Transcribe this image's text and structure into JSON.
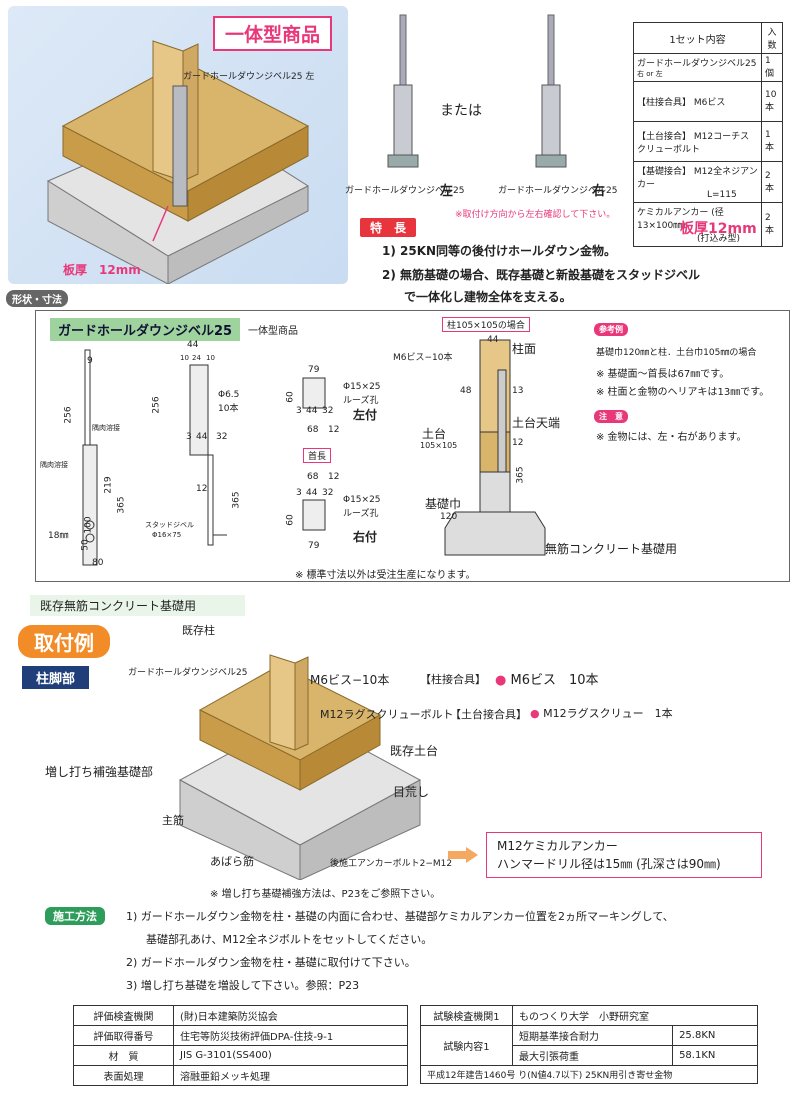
{
  "hero": {
    "badge": "一体型商品",
    "product_label": "ガードホールダウンジベル25 左",
    "thickness_label": "板厚　12mm"
  },
  "variants": {
    "or_text": "または",
    "left_label": "ガードホールダウンジベル25",
    "left_side": "左",
    "right_label": "ガードホールダウンジベル25",
    "right_side": "右",
    "note": "※取付け方向から左右確認して下さい。"
  },
  "set_table": {
    "title": "1セット内容",
    "qty_header": "入数",
    "rows": [
      {
        "name": "ガードホールダウンジベル25",
        "sub": "右 or 左",
        "qty": "1個"
      },
      {
        "name": "【柱接合具】 M6ビス",
        "qty": "10本"
      },
      {
        "name": "【土台接合】 M12コーチスクリューボルト",
        "qty": "1本"
      },
      {
        "name": "【基礎接合】 M12全ネジアンカー",
        "sub": "L=115",
        "qty": "2本"
      },
      {
        "name": "ケミカルアンカー (径13×100㎜)",
        "sub": "(打込み型)",
        "qty": "2本"
      }
    ],
    "thickness": "板厚12mm"
  },
  "features": {
    "tag": "特　長",
    "items": [
      "1) 25KN同等の後付けホールダウン金物。",
      "2) 無筋基礎の場合、既存基礎と新設基礎をスタッドジベル",
      "で一体化し建物全体を支える。"
    ]
  },
  "dimensions": {
    "section_tag": "形状・寸法",
    "title": "ガードホールダウンジベル25",
    "subtitle": "一体型商品",
    "labels": {
      "d9": "9",
      "d256a": "256",
      "hole_weld": "隅肉溶接",
      "hole_weld2": "隅肉溶接",
      "d18": "18㎜",
      "d219": "219",
      "d365a": "365",
      "d100": "100",
      "d50": "50",
      "d80": "80",
      "d44": "44",
      "d10": "10",
      "d24": "24",
      "d10b": "10",
      "d256b": "256",
      "hole": "Φ6.5",
      "hole_count": "10本",
      "d3": "3",
      "d44b": "44",
      "d32": "32",
      "d12": "12",
      "d365b": "365",
      "stud": "スタッドジベル",
      "stud_size": "Φ16×75",
      "d79": "79",
      "d60": "60",
      "loose": "Φ15×25",
      "loose_label": "ルーズ孔",
      "left_attach": "左付",
      "d3b": "3",
      "d44c": "44",
      "d32b": "32",
      "d68": "68",
      "d12b": "12",
      "neck": "首長",
      "d68b": "68",
      "d12c": "12",
      "d3c": "3",
      "d44d": "44",
      "d32c": "32",
      "d60b": "60",
      "loose2": "Φ15×25",
      "loose_label2": "ルーズ孔",
      "right_attach": "右付",
      "d79b": "79",
      "column_case": "柱105×105の場合",
      "m6_label": "M6ビス−10本",
      "d44e": "44",
      "col_face": "柱面",
      "d48": "48",
      "d13": "13",
      "sill_top": "土台天端",
      "sill": "土台",
      "sill_size": "105×105",
      "d12d": "12",
      "d365c": "365",
      "found_width": "基礎巾",
      "d120": "120",
      "plain_concrete": "無筋コンクリート基礎用"
    },
    "ref_tag": "参考例",
    "ref_lines": [
      "基礎巾120㎜と柱．土台巾105㎜の場合",
      "※ 基礎面〜首長は67㎜です。",
      "※ 柱面と金物のヘリアキは13㎜です。"
    ],
    "caution_tag": "注　意",
    "caution_line": "※ 金物には、左・右があります。",
    "footnote": "※ 標準寸法以外は受注生産になります。"
  },
  "install": {
    "existing_label": "既存無筋コンクリート基礎用",
    "example_title": "取付例",
    "base_tag": "柱脚部",
    "existing_column": "既存柱",
    "product": "ガードホールダウンジベル25",
    "m6": "M6ビス−10本",
    "col_joint_label": "【柱接合具】",
    "col_joint_val": "M6ビス　10本",
    "lag": "M12ラグスクリューボルト",
    "sill_joint_label": "【土台接合具】",
    "sill_joint_val": "M12ラグスクリュー　1本",
    "reinforce": "増し打ち補強基礎部",
    "existing_sill": "既存土台",
    "roughen": "目荒し",
    "main_bar": "主筋",
    "stirrup": "あばら筋",
    "post_anchor": "後施工アンカーボルト2−M12",
    "anchor_box": [
      "M12ケミカルアンカー",
      "ハンマードリル径は15㎜ (孔深さは90㎜)"
    ],
    "ref_note": "※ 増し打ち基礎補強方法は、P23をご参照下さい。"
  },
  "method": {
    "tag": "施工方法",
    "steps": [
      "1) ガードホールダウン金物を柱・基礎の内面に合わせ、基礎部ケミカルアンカー位置を2ヵ所マーキングして、",
      "基礎部孔あけ、M12全ネジボルトをセットしてください。",
      "2) ガードホールダウン金物を柱・基礎に取付けて下さい。",
      "3) 増し打ち基礎を増設して下さい。参照：P23"
    ]
  },
  "spec_left": [
    {
      "k": "評価検査機関",
      "v": "(財)日本建築防災協会"
    },
    {
      "k": "評価取得番号",
      "v": "住宅等防災技術評価DPA-住技-9-1"
    },
    {
      "k": "材　質",
      "v": "JIS G-3101(SS400)"
    },
    {
      "k": "表面処理",
      "v": "溶融亜鉛メッキ処理"
    }
  ],
  "spec_right": {
    "lab_key": "試験検査機関1",
    "lab_val": "ものつくり大学　小野研究室",
    "test_key": "試験内容1",
    "tests": [
      {
        "k": "短期基準接合耐力",
        "v": "25.8KN"
      },
      {
        "k": "最大引張荷重",
        "v": "58.1KN"
      }
    ],
    "footer": "平成12年建告1460号 り(N値4.7以下) 25KN用引き寄せ金物"
  }
}
